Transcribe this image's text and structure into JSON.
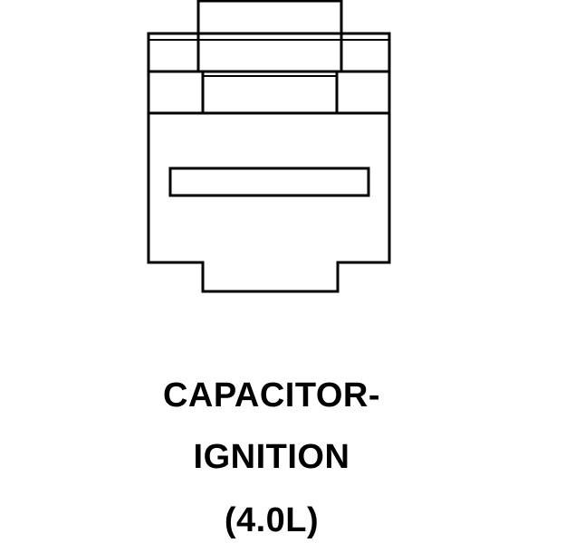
{
  "caption": {
    "line1": "CAPACITOR-",
    "line2": "IGNITION",
    "line3": "(4.0L)"
  },
  "colors": {
    "stroke": "#000000",
    "background": "#ffffff"
  }
}
